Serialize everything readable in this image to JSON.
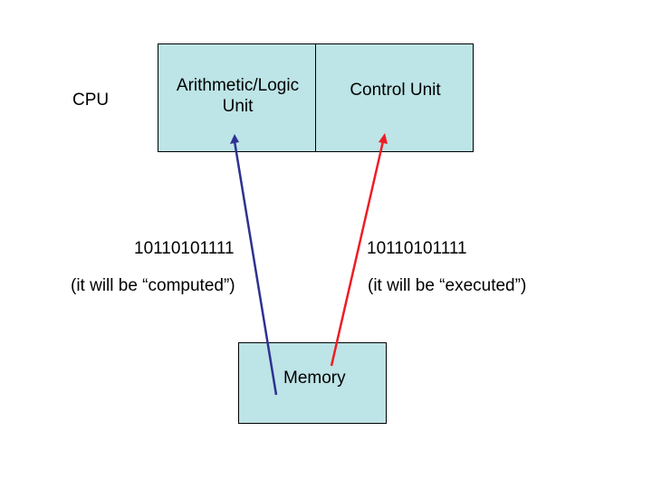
{
  "cpu_label": "CPU",
  "alu": {
    "label_line1": "Arithmetic/Logic",
    "label_line2": "Unit"
  },
  "control_unit": {
    "label": "Control Unit"
  },
  "memory": {
    "label": "Memory"
  },
  "left_data": {
    "binary": "10110101111",
    "caption": "(it will be “computed”)"
  },
  "right_data": {
    "binary": "10110101111",
    "caption": "(it will be “executed”)"
  },
  "colors": {
    "box_fill": "#bde4e6",
    "alu_arrow": "#2e3192",
    "control_arrow": "#ee1c24"
  }
}
